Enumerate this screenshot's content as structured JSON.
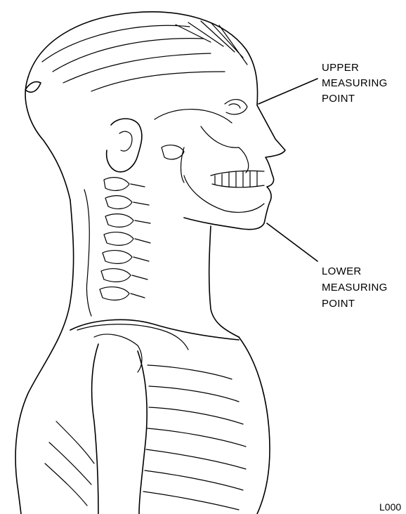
{
  "upper_label": {
    "line1": "UPPER",
    "line2": "MEASURING",
    "line3": "POINT"
  },
  "lower_label": {
    "line1": "LOWER",
    "line2": "MEASURING",
    "line3": "POINT"
  },
  "figure_code": "L000"
}
